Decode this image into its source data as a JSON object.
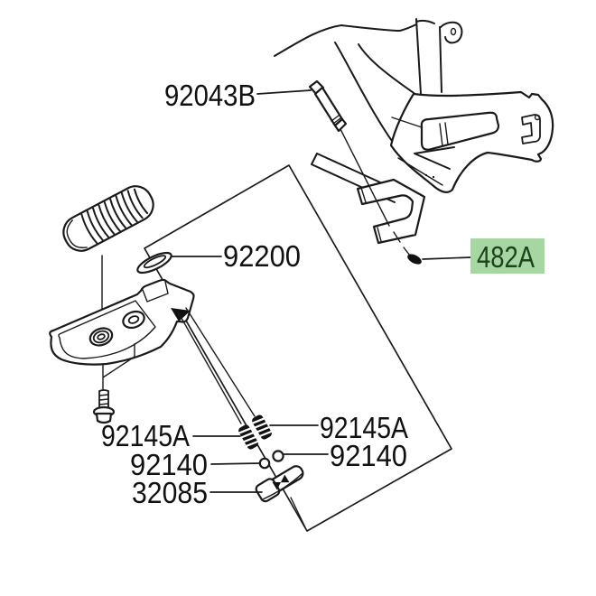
{
  "diagram": {
    "kind": "exploded-parts-diagram",
    "background": "#ffffff",
    "line_color": "#1a1a1a",
    "highlight_color": "#a6d7a2",
    "highlighted_part": "482A"
  },
  "labels": {
    "pin": {
      "text": "92043B",
      "highlighted": false
    },
    "washer": {
      "text": "92200",
      "highlighted": false
    },
    "clip": {
      "text": "482A",
      "highlighted": true
    },
    "spring_left": {
      "text": "92145A",
      "highlighted": false
    },
    "spring_right": {
      "text": "92145A",
      "highlighted": false
    },
    "small_washer_left": {
      "text": "92140",
      "highlighted": false
    },
    "small_washer_right": {
      "text": "92140",
      "highlighted": false
    },
    "stopper": {
      "text": "32085",
      "highlighted": false
    }
  }
}
